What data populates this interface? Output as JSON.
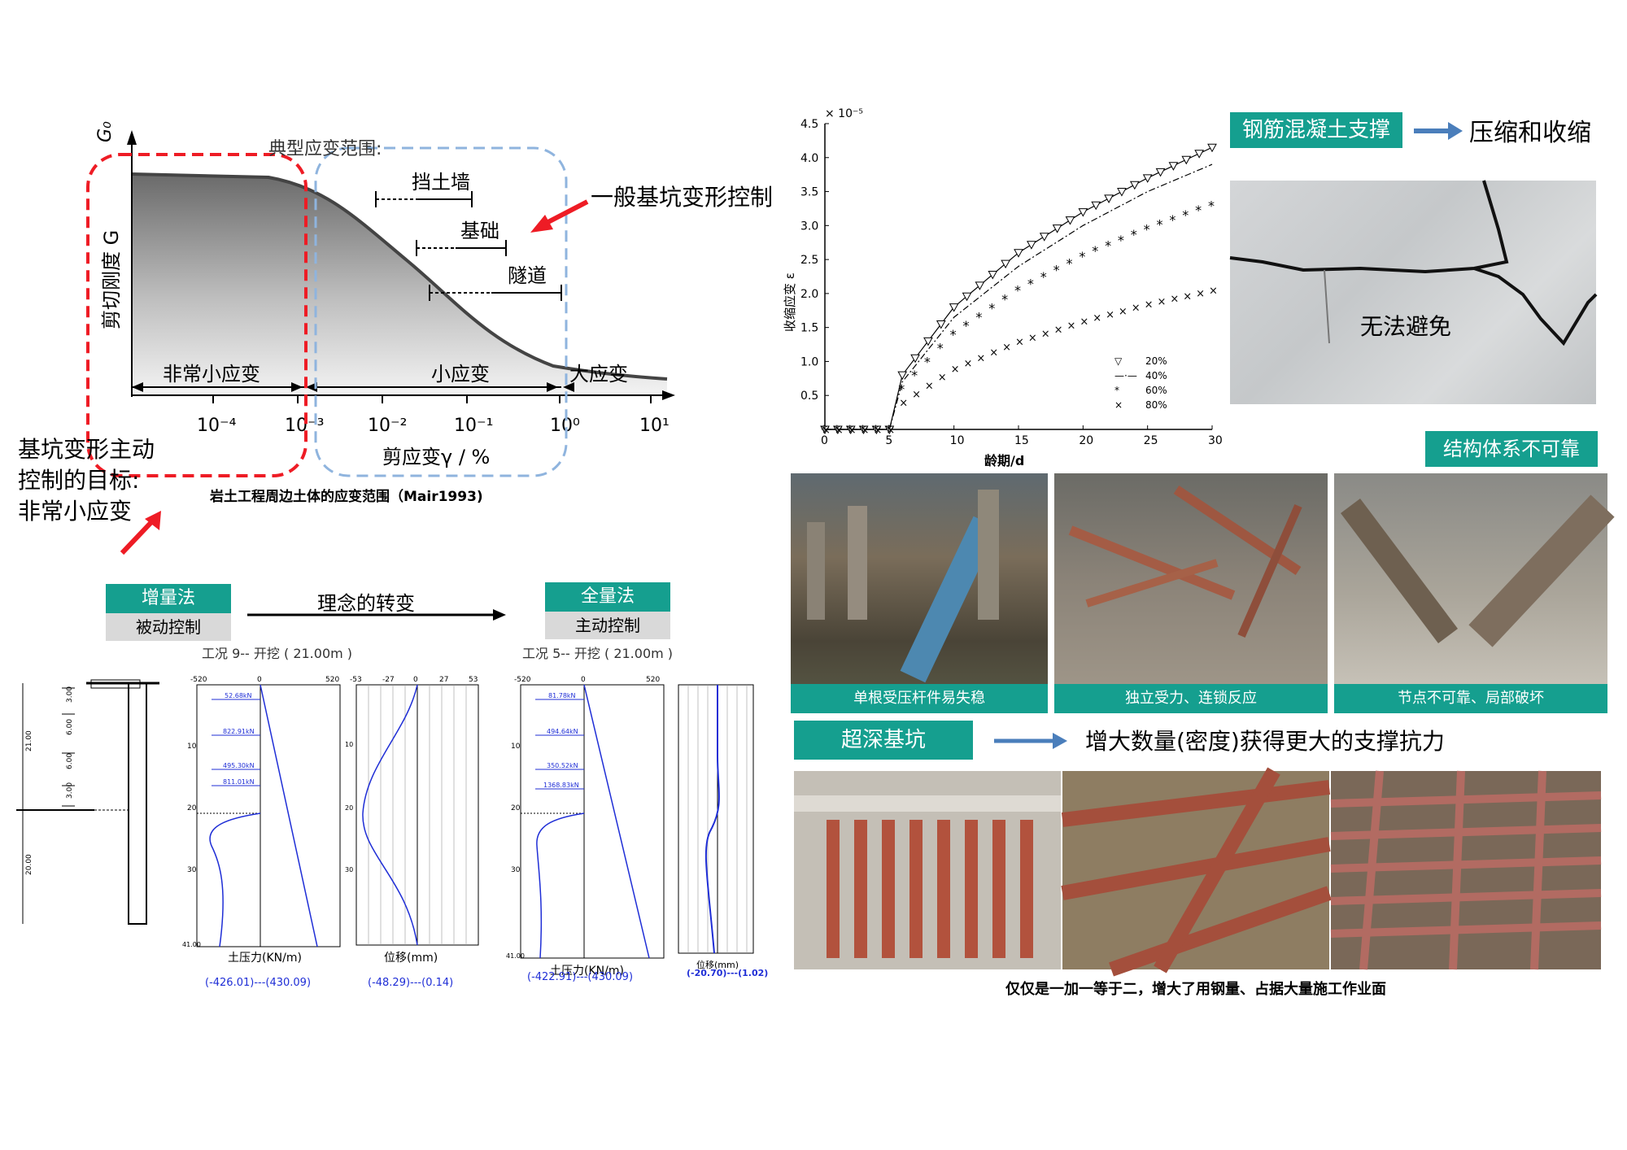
{
  "strain_diagram": {
    "g0_label": "G₀",
    "y_label": "剪切刚度 G",
    "typical_range_label": "典型应变范围:",
    "ranges": [
      "挡土墙",
      "基础",
      "隧道"
    ],
    "zones": [
      "非常小应变",
      "小应变",
      "大应变"
    ],
    "ticks": [
      "10⁻⁴",
      "10⁻³",
      "10⁻²",
      "10⁻¹",
      "10⁰",
      "10¹"
    ],
    "x_label": "剪应变γ / %",
    "caption": "岩土工程周边土体的应变范围（Mair1993)",
    "general_control": "一般基坑变形控制",
    "target_lines": [
      "基坑变形主动",
      "控制的目标:",
      "非常小应变"
    ]
  },
  "shrink_chart": {
    "exponent": "× 10⁻⁵",
    "ylabel": "收缩应变 ε",
    "xlabel": "龄期/d",
    "yticks": [
      "0.5",
      "1.0",
      "1.5",
      "2.0",
      "2.5",
      "3.0",
      "3.5",
      "4.0",
      "4.5"
    ],
    "xticks": [
      "0",
      "5",
      "10",
      "15",
      "20",
      "25",
      "30"
    ],
    "legend": [
      "20%",
      "40%",
      "60%",
      "80%"
    ]
  },
  "chart_data": {
    "type": "line",
    "xlabel": "龄期/d",
    "ylabel": "收缩应变 ε",
    "xlim": [
      0,
      30
    ],
    "ylim": [
      0,
      4.5
    ],
    "series": [
      {
        "name": "20%",
        "x": [
          0,
          5,
          6,
          10,
          15,
          20,
          25,
          30
        ],
        "values": [
          0,
          0,
          0.8,
          1.8,
          2.6,
          3.2,
          3.7,
          4.15
        ]
      },
      {
        "name": "40%",
        "x": [
          0,
          5,
          6,
          10,
          15,
          20,
          25,
          30
        ],
        "values": [
          0,
          0,
          0.7,
          1.65,
          2.4,
          3.0,
          3.5,
          3.9
        ]
      },
      {
        "name": "60%",
        "x": [
          0,
          5,
          6,
          10,
          15,
          20,
          25,
          30
        ],
        "values": [
          0,
          0,
          0.6,
          1.4,
          2.05,
          2.55,
          2.95,
          3.3
        ]
      },
      {
        "name": "80%",
        "x": [
          0,
          5,
          6,
          10,
          15,
          20,
          25,
          30
        ],
        "values": [
          0,
          0,
          0.4,
          0.9,
          1.3,
          1.6,
          1.85,
          2.05
        ]
      }
    ]
  },
  "rc_support": {
    "label": "钢筋混凝土支撑",
    "consequence": "压缩和收缩",
    "crack_text": "无法避免"
  },
  "unreliable": {
    "label": "结构体系不可靠",
    "captions": [
      "单根受压杆件易失稳",
      "独立受力、连锁反应",
      "节点不可靠、局部破坏"
    ]
  },
  "deep_pit": {
    "label": "超深基坑",
    "statement": "增大数量(密度)获得更大的支撑抗力",
    "caption": "仅仅是一加一等于二，增大了用钢量、占据大量施工作业面"
  },
  "methods": {
    "incremental": {
      "name": "增量法",
      "sub": "被动控制"
    },
    "arrow_text": "理念的转变",
    "total": {
      "name": "全量法",
      "sub": "主动控制"
    }
  },
  "calc_left": {
    "title": "工况 9-- 开挖 ( 21.00m )",
    "forces": [
      "52.68kN",
      "822.91kN",
      "495.30kN",
      "811.01kN"
    ],
    "pressure_ticks": [
      "-520",
      "0",
      "520"
    ],
    "disp_ticks": [
      "-53",
      "-27",
      "0",
      "27",
      "53"
    ],
    "depth_ticks": [
      "10",
      "20",
      "30",
      "41.00"
    ],
    "pressure_label": "土压力(KN/m)",
    "pressure_range": "(-426.01)---(430.09)",
    "disp_label": "位移(mm)",
    "disp_range": "(-48.29)---(0.14)"
  },
  "calc_right": {
    "title": "工况 5-- 开挖 ( 21.00m )",
    "forces": [
      "81.78kN",
      "494.64kN",
      "350.52kN",
      "1368.83kN"
    ],
    "pressure_ticks": [
      "-520",
      "0",
      "520"
    ],
    "depth_ticks": [
      "10",
      "20",
      "30",
      "41.00"
    ],
    "pressure_label": "土压力(KN/m)",
    "pressure_range": "(-422.91)---(430.09)",
    "disp_label": "位移(mm)",
    "disp_range": "(-20.70)---(1.02)"
  },
  "section": {
    "dims": [
      "3.00",
      "6.00",
      "6.00",
      "3.00",
      "21.00",
      "20.00"
    ]
  },
  "colors": {
    "teal": "#159f8f",
    "red": "#ee1c25",
    "blue_dash": "#8fb4de",
    "arrow_blue": "#4a7ebb"
  }
}
